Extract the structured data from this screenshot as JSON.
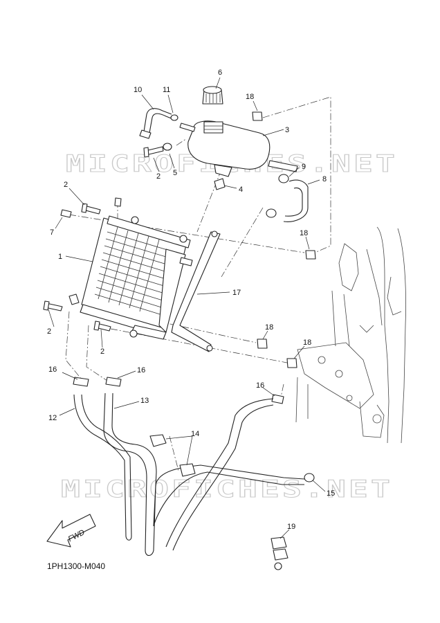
{
  "diagram": {
    "part_code": "1PH1300-M040",
    "watermark": "MICROFICHES.NET",
    "fwd_label": "FWD"
  },
  "callouts": [
    {
      "id": "c1",
      "text": "1"
    },
    {
      "id": "c2a",
      "text": "2"
    },
    {
      "id": "c2b",
      "text": "2"
    },
    {
      "id": "c2c",
      "text": "2"
    },
    {
      "id": "c2d",
      "text": "2"
    },
    {
      "id": "c3",
      "text": "3"
    },
    {
      "id": "c4",
      "text": "4"
    },
    {
      "id": "c5",
      "text": "5"
    },
    {
      "id": "c6",
      "text": "6"
    },
    {
      "id": "c7",
      "text": "7"
    },
    {
      "id": "c8",
      "text": "8"
    },
    {
      "id": "c9",
      "text": "9"
    },
    {
      "id": "c10",
      "text": "10"
    },
    {
      "id": "c11",
      "text": "11"
    },
    {
      "id": "c12",
      "text": "12"
    },
    {
      "id": "c13",
      "text": "13"
    },
    {
      "id": "c14",
      "text": "14"
    },
    {
      "id": "c15",
      "text": "15"
    },
    {
      "id": "c16a",
      "text": "16"
    },
    {
      "id": "c16b",
      "text": "16"
    },
    {
      "id": "c16c",
      "text": "16"
    },
    {
      "id": "c17",
      "text": "17"
    },
    {
      "id": "c18a",
      "text": "18"
    },
    {
      "id": "c18b",
      "text": "18"
    },
    {
      "id": "c18c",
      "text": "18"
    },
    {
      "id": "c18d",
      "text": "18"
    },
    {
      "id": "c19",
      "text": "19"
    }
  ]
}
